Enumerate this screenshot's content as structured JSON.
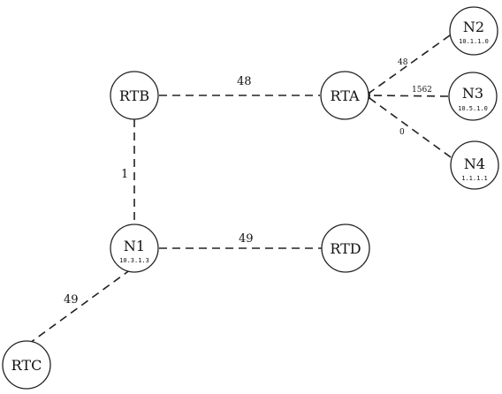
{
  "nodes": {
    "rtb": {
      "name": "RTB"
    },
    "rta": {
      "name": "RTA"
    },
    "n2": {
      "name": "N2",
      "address": "10.1.1.0"
    },
    "n3": {
      "name": "N3",
      "address": "10.5.1.0"
    },
    "n4": {
      "name": "N4",
      "address": "1.1.1.1"
    },
    "n1": {
      "name": "N1",
      "address": "10.3.1.3"
    },
    "rtd": {
      "name": "RTD"
    },
    "rtc": {
      "name": "RTC"
    }
  },
  "edges": {
    "rtb_rta": {
      "cost": "48"
    },
    "rta_n2": {
      "cost": "48"
    },
    "rta_n3": {
      "cost": "1562"
    },
    "rta_n4": {
      "cost": "0"
    },
    "rtb_n1": {
      "cost": "1"
    },
    "n1_rtd": {
      "cost": "49"
    },
    "n1_rtc": {
      "cost": "49"
    }
  },
  "colors": {
    "line": "#222222",
    "background": "#ffffff"
  }
}
